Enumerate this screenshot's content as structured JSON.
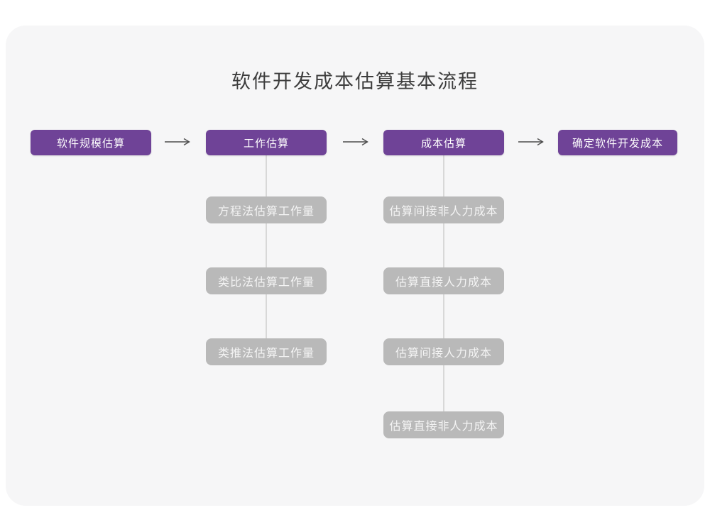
{
  "page": {
    "title": "软件开发成本估算基本流程"
  },
  "flow": {
    "main_steps": [
      {
        "label": "软件规模估算",
        "substeps": []
      },
      {
        "label": "工作估算",
        "substeps": [
          "方程法估算工作量",
          "类比法估算工作量",
          "类推法估算工作量"
        ]
      },
      {
        "label": "成本估算",
        "substeps": [
          "估算间接非人力成本",
          "估算直接人力成本",
          "估算间接人力成本",
          "估算直接非人力成本"
        ]
      },
      {
        "label": "确定软件开发成本",
        "substeps": []
      }
    ]
  },
  "icons": {
    "arrow_right": "right-arrow-icon"
  },
  "colors": {
    "primary_purple": "#6f4397",
    "substep_gray": "#b9b9b9",
    "card_background": "#f6f6f7",
    "page_background": "#ffffff",
    "title_text": "#3d3d3d",
    "node_text": "#ffffff",
    "substep_text": "#f4f4f4",
    "arrow_stroke": "#4d4d4d",
    "connector_line": "#d8d8d8"
  }
}
